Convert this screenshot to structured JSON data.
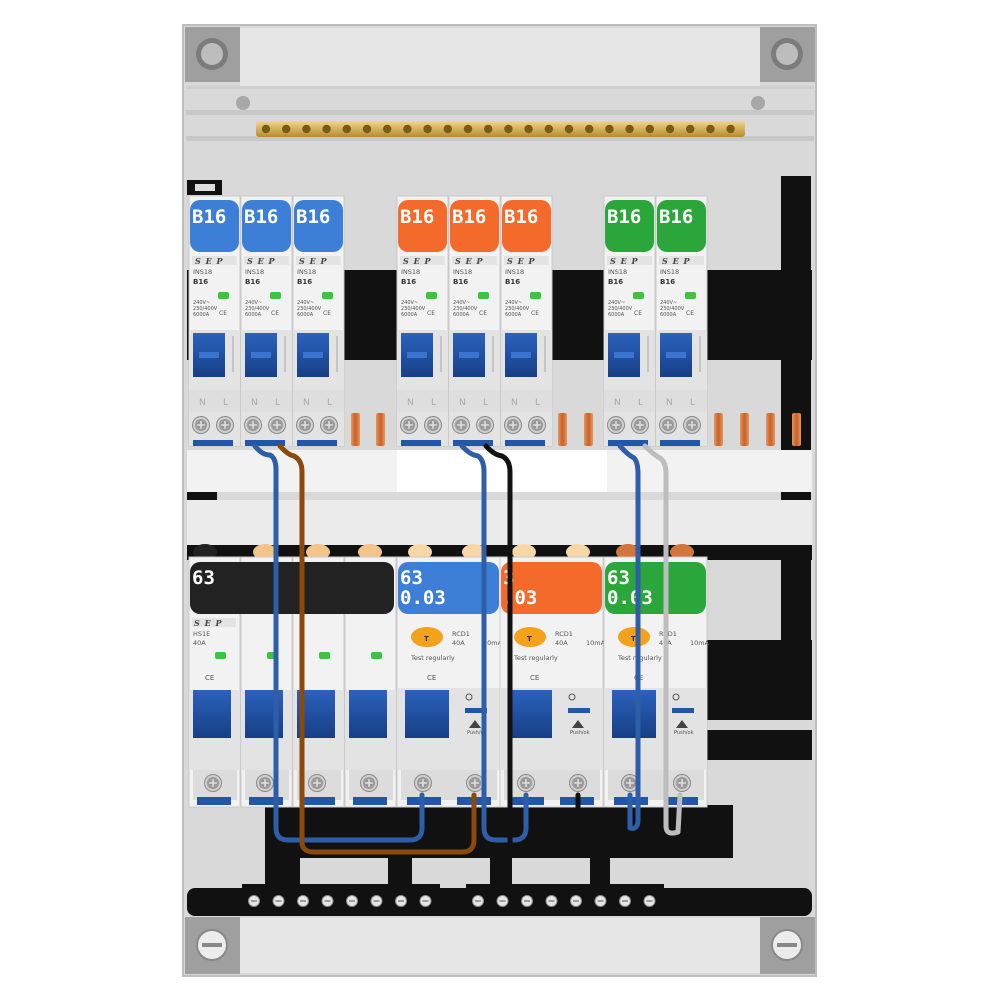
{
  "colors": {
    "enclosure": "#d9d9d9",
    "enclosure_dark": "#bfbfbf",
    "rail": "#111111",
    "breaker_body": "#f2f2f2",
    "toggle": "#1f4fa0",
    "blue_group": "#3d7fd6",
    "orange_group": "#f36a2a",
    "green_group": "#2aa63a",
    "black_group": "#222222",
    "busbar_brass": "#d8b25a",
    "copper": "#d2763d",
    "wire_blue": "#2e5ea8",
    "wire_brown": "#8a4a0c",
    "wire_black": "#111111",
    "wire_grey": "#bdbdbd",
    "led": "#3cc43c"
  },
  "breaker_text": {
    "brand": "S E P",
    "model": "INS18",
    "rating": "B16",
    "spec_line1": "240V~",
    "spec_line2": "230/400V",
    "spec_line3": "6000A",
    "ce": "CE",
    "terminals_n": "N",
    "terminals_l": "L"
  },
  "top_row": {
    "blue": [
      {
        "label": "B16"
      },
      {
        "label": "B16"
      },
      {
        "label": "B16"
      }
    ],
    "orange": [
      {
        "label": "B16"
      },
      {
        "label": "B16"
      },
      {
        "label": "B16"
      }
    ],
    "green": [
      {
        "label": "B16"
      },
      {
        "label": "B16"
      }
    ]
  },
  "bottom_row": {
    "main_switch": {
      "label": "63",
      "brand": "S E P",
      "model": "HS1E",
      "rating": "40A",
      "ce": "CE"
    },
    "rcds": [
      {
        "color": "blue",
        "line1": "63",
        "line2": "0.03"
      },
      {
        "color": "orange",
        "line1": "3",
        "line2": ".03"
      },
      {
        "color": "green",
        "line1": "63",
        "line2": "0.03"
      }
    ],
    "rcd_text": {
      "model": "RCD1",
      "rating": "40A",
      "sens": "10mA",
      "test_label": "T",
      "test_regularly": "Test regularly",
      "push": "Push/ok",
      "ce": "CE"
    }
  }
}
